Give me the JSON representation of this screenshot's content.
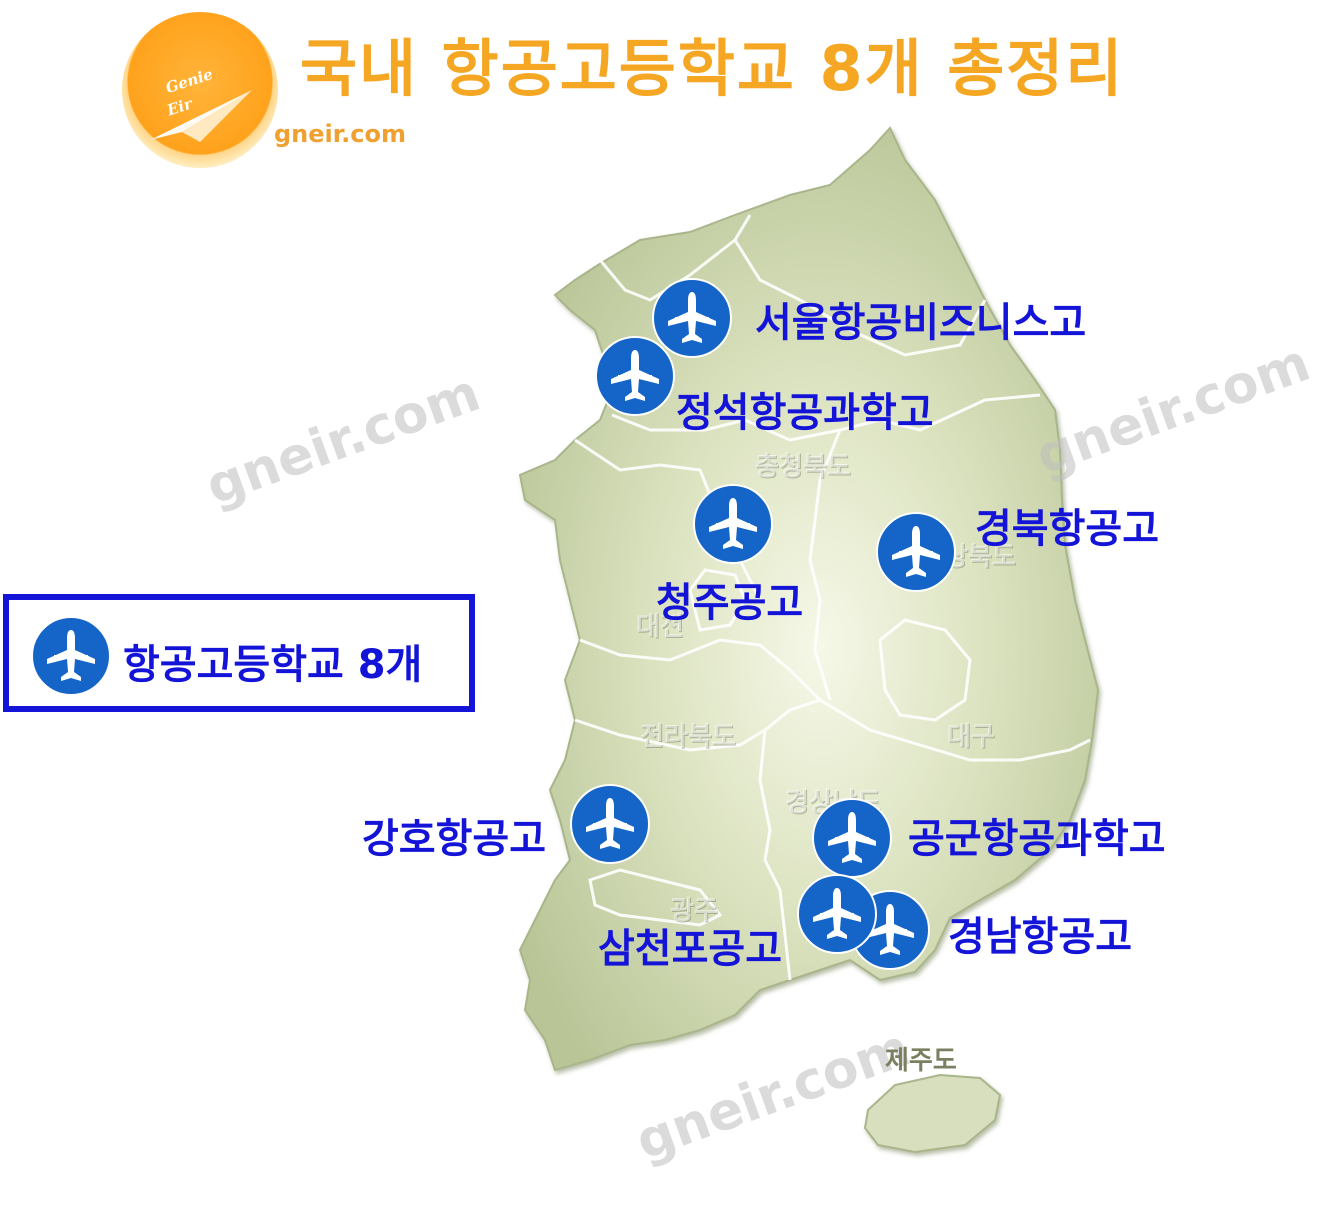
{
  "title": "국내 항공고등학교 8개 총정리",
  "site": "gneir.com",
  "logo": {
    "line1": "Genie",
    "line2": "Eir"
  },
  "watermark": "gneir.com",
  "legend": {
    "label": "항공고등학교 8개",
    "icon": "airplane-icon"
  },
  "regions": {
    "chungbuk": "충청북도",
    "daejeon": "대전",
    "gyeongbuk": "경상북도",
    "jeonbuk": "전라북도",
    "daegu": "대구",
    "gyeongnam": "경상남도",
    "gwangju": "광주",
    "jeju": "제주도"
  },
  "schools": {
    "seoul": "서울항공비즈니스고",
    "jeongseok": "정석항공과학고",
    "cheongju": "청주공고",
    "gyeongbuk": "경북항공고",
    "kangho": "강호항공고",
    "airforce": "공군항공과학고",
    "samcheonpo": "삼천포공고",
    "gyeongnam": "경남항공고"
  },
  "colors": {
    "title": "#f5a623",
    "label": "#1414d8",
    "marker": "#1565c8",
    "land": "#cfd8b0"
  }
}
